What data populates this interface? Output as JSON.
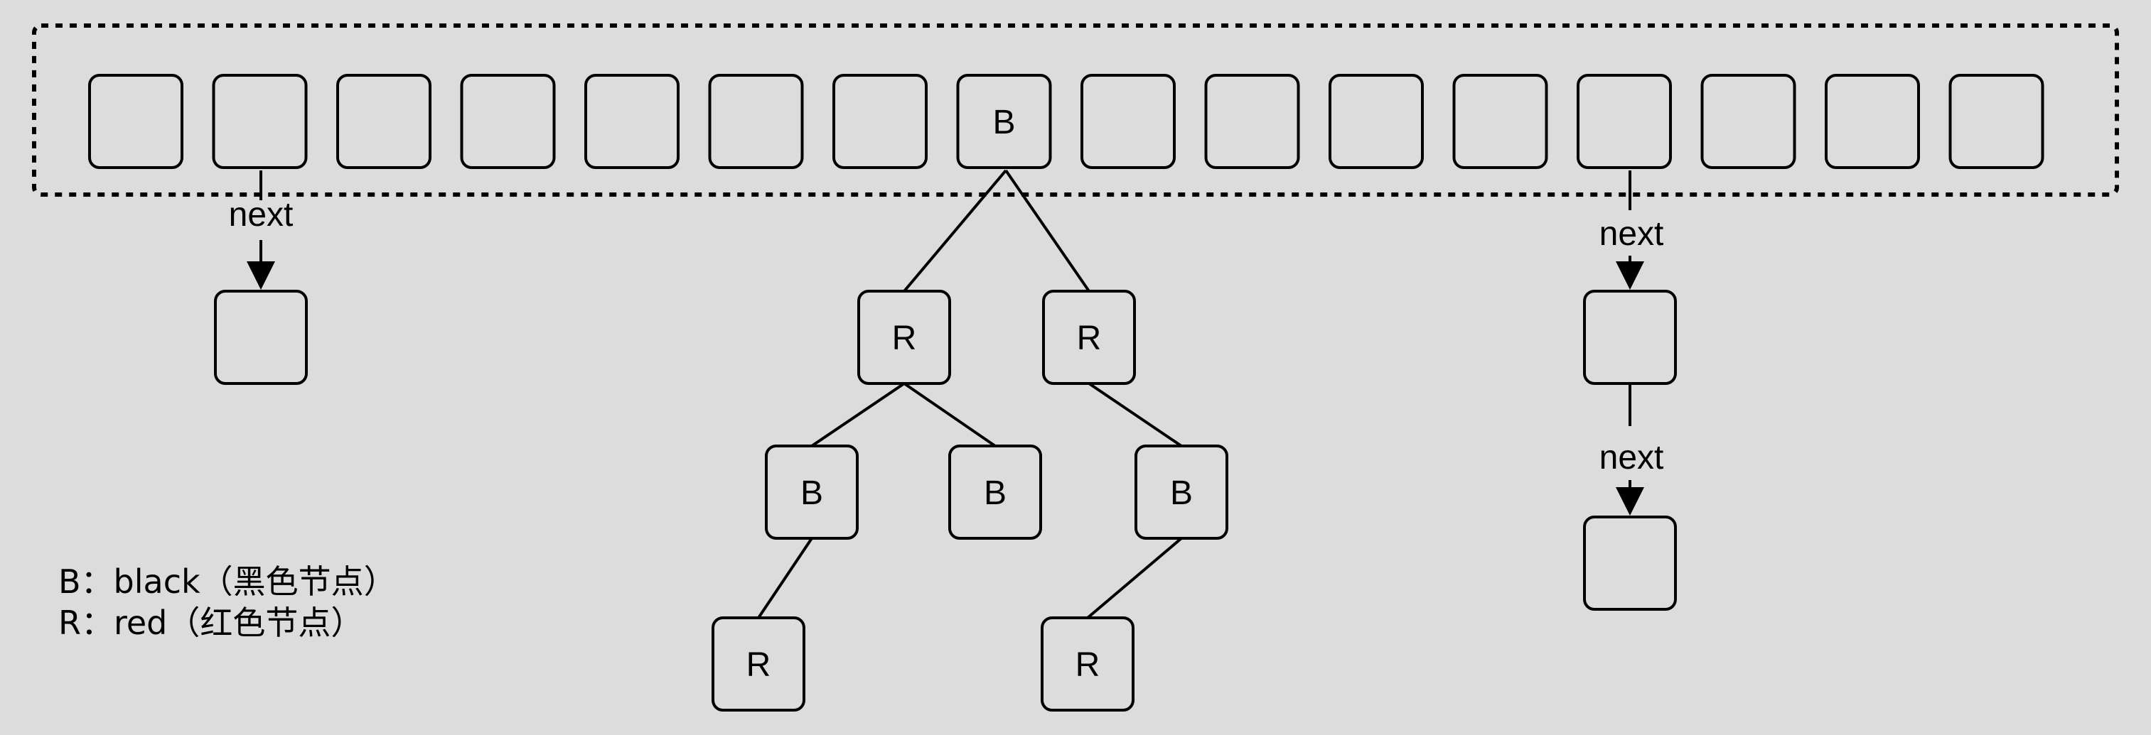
{
  "hash_array": {
    "slot_count": 16,
    "tree_root_slot": 7,
    "root_label": "B"
  },
  "chains": {
    "left": [
      "next"
    ],
    "right": [
      "next",
      "next"
    ]
  },
  "tree": {
    "level1": [
      "R",
      "R"
    ],
    "level2": [
      "B",
      "B",
      "B"
    ],
    "level3": [
      "R",
      "R"
    ]
  },
  "legend": {
    "black": "B：black（黑色节点）",
    "red": "R：red（红色节点）"
  }
}
